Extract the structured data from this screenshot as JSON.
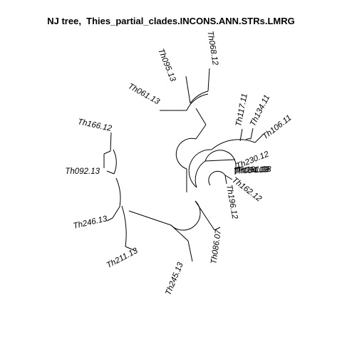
{
  "title": "NJ tree,  Thies_partial_clades.INCONS.ANN.STRs.LMRG",
  "tips": [
    {
      "id": "t1",
      "label": "Th095.13",
      "side": "left",
      "angle": 68
    },
    {
      "id": "t2",
      "label": "Th068.12",
      "side": "right",
      "angle": 81
    },
    {
      "id": "t3",
      "label": "Th061.13",
      "side": "left",
      "angle": 29
    },
    {
      "id": "t4",
      "label": "Th117.11",
      "side": "right",
      "angle": 79
    },
    {
      "id": "t5",
      "label": "Th134.11",
      "side": "right",
      "angle": 63
    },
    {
      "id": "t6",
      "label": "Th106.11",
      "side": "right",
      "angle": 38
    },
    {
      "id": "t7",
      "label": "Th230.12",
      "side": "right",
      "angle": 22
    },
    {
      "id": "t8",
      "label": "Th084.09",
      "side": "right",
      "angle": 3
    },
    {
      "id": "t9",
      "label": "Th091.09",
      "side": "right",
      "angle": 2
    },
    {
      "id": "t10",
      "label": "Th181.08",
      "side": "right",
      "angle": 1
    },
    {
      "id": "t11",
      "label": "Th162.12",
      "side": "right",
      "angle": -37
    },
    {
      "id": "t12",
      "label": "Th196.12",
      "side": "right",
      "angle": -80
    },
    {
      "id": "t13",
      "label": "Th086.07",
      "side": "right",
      "angle": -82
    },
    {
      "id": "t14",
      "label": "Th245.13",
      "side": "left",
      "angle": 68
    },
    {
      "id": "t15",
      "label": "Th211.13",
      "side": "left",
      "angle": 28
    },
    {
      "id": "t16",
      "label": "Th246.13",
      "side": "left",
      "angle": 13
    },
    {
      "id": "t17",
      "label": "Th092.13",
      "side": "left",
      "angle": 0
    },
    {
      "id": "t18",
      "label": "Th166.12",
      "side": "left",
      "angle": -12
    }
  ]
}
